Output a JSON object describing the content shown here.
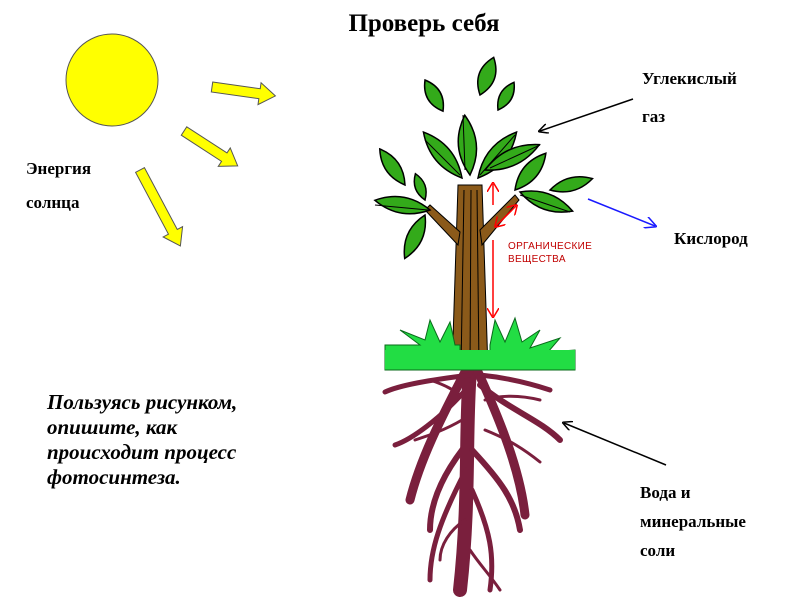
{
  "title": "Проверь себя",
  "labels": {
    "energy_line1": "Энергия",
    "energy_line2": "солнца",
    "co2_line1": "Углекислый",
    "co2_line2": "газ",
    "oxygen": "Кислород",
    "organic_line1": "ОРГАНИЧЕСКИЕ",
    "organic_line2": "ВЕЩЕСТВА",
    "water_line1": "Вода и",
    "water_line2": "минеральные",
    "water_line3": "соли"
  },
  "task": {
    "line1": "Пользуясь рисунком,",
    "line2": "опишите, как",
    "line3": "происходит процесс",
    "line4": "фотосинтеза."
  },
  "colors": {
    "sun": "#ffff00",
    "ray": "#ffff00",
    "leaf": "#33aa1a",
    "trunk": "#8b5a1a",
    "grass": "#22dd44",
    "root": "#7a1f3d",
    "organic_arrow": "#ff0000",
    "oxygen_arrow": "#1a1aff"
  }
}
